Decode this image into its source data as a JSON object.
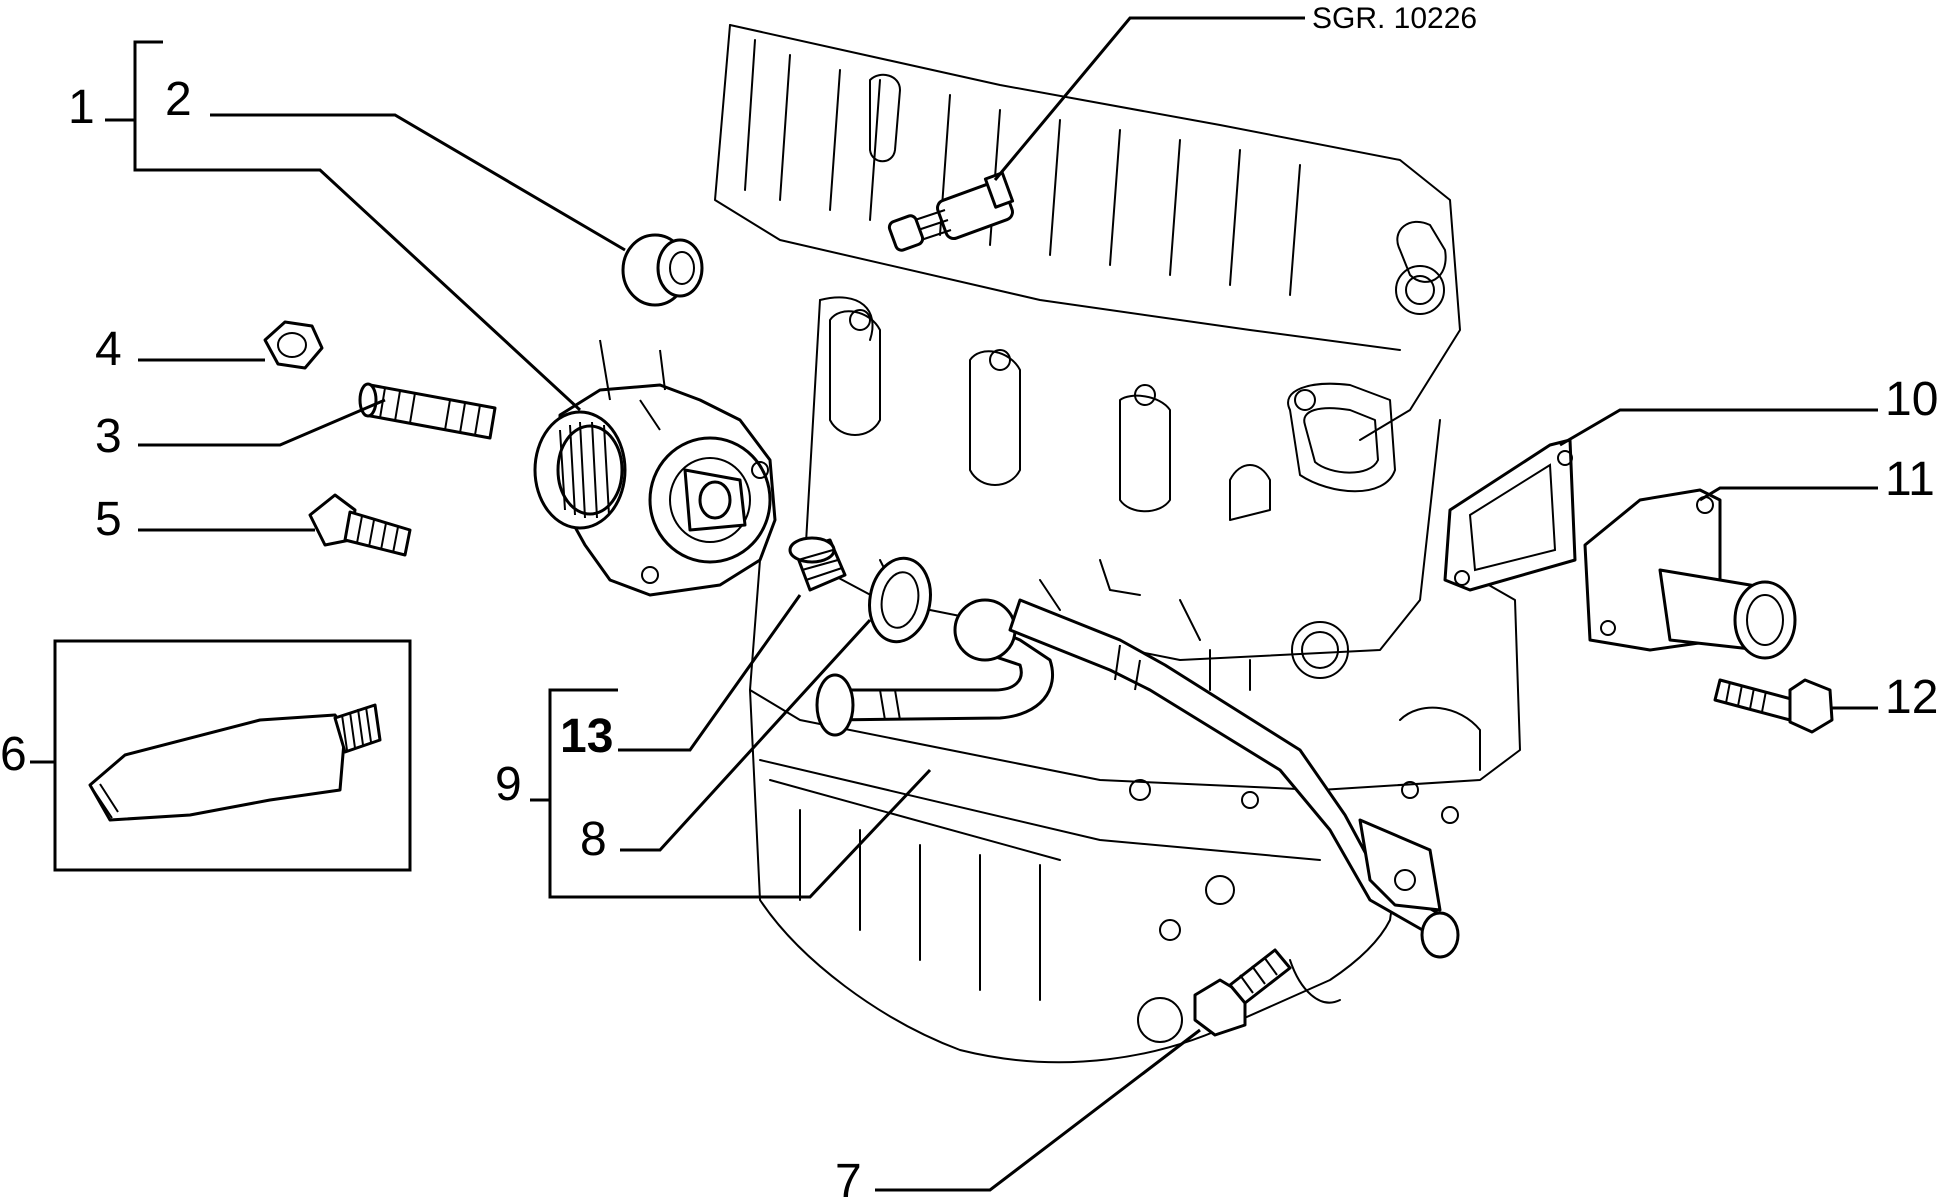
{
  "diagram": {
    "reference_code": "SGR. 10226",
    "labels": {
      "l1": "1",
      "l2": "2",
      "l3": "3",
      "l4": "4",
      "l5": "5",
      "l6": "6",
      "l7": "7",
      "l8": "8",
      "l9": "9",
      "l10": "10",
      "l11": "11",
      "l12": "12",
      "l13": "13"
    },
    "parts": [
      "engine-block",
      "water-pump",
      "seal-ring",
      "nut",
      "stud",
      "bolt",
      "sealant-tube",
      "drain-plug",
      "o-ring",
      "coolant-pipe",
      "gasket",
      "thermostat-cover",
      "cover-bolt",
      "temperature-sender",
      "plug"
    ]
  }
}
